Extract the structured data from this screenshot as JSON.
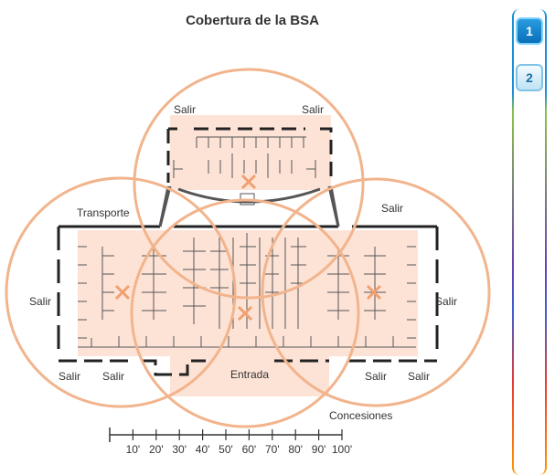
{
  "title": "Cobertura de la BSA",
  "labels": {
    "salir_top_left": "Salir",
    "salir_top_right": "Salir",
    "transporte": "Transporte",
    "salir_right_upper": "Salir",
    "salir_left": "Salir",
    "salir_right": "Salir",
    "salir_bottom_1": "Salir",
    "salir_bottom_2": "Salir",
    "entrada": "Entrada",
    "salir_bottom_3": "Salir",
    "salir_bottom_4": "Salir",
    "concesiones": "Concesiones"
  },
  "scale": {
    "ticks": [
      "10'",
      "20'",
      "30'",
      "40'",
      "50'",
      "60'",
      "70'",
      "80'",
      "90'",
      "100'"
    ]
  },
  "pager": {
    "page1": "1",
    "page2": "2"
  },
  "colors": {
    "coverage_ring": "#f2b48c",
    "coverage_fill": "#fde3d6",
    "access_point": "#f0a070",
    "wall": "#222222"
  }
}
